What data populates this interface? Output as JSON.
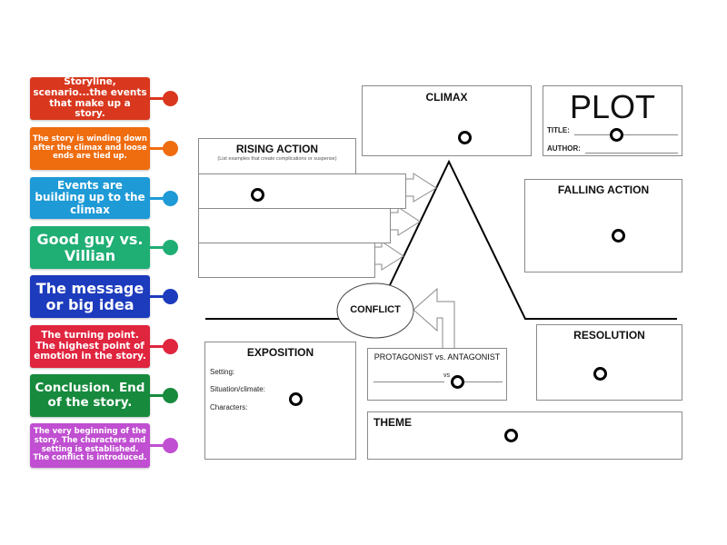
{
  "cards": [
    {
      "text": "Storyline, scenario...the events that make up a story.",
      "color": "#d9381e"
    },
    {
      "text": "The story is winding down after the climax and loose ends are tied up.",
      "color": "#ef6c0f"
    },
    {
      "text": "Events are building up to the climax",
      "color": "#1e9ad6"
    },
    {
      "text": "Good guy vs. Villian",
      "color": "#1fae74"
    },
    {
      "text": "The message or big idea",
      "color": "#1d3bbd"
    },
    {
      "text": "The turning point. The highest point of emotion in the story.",
      "color": "#e0253f"
    },
    {
      "text": "Conclusion. End of the story.",
      "color": "#178a3d"
    },
    {
      "text": "The very beginning of the story. The characters and setting is established. The conflict is introduced.",
      "color": "#c04fd1"
    }
  ],
  "diagram": {
    "rising_action": {
      "title": "RISING ACTION",
      "subtitle": "(List examples that create complications or suspense)"
    },
    "climax": {
      "title": "CLIMAX"
    },
    "plot": {
      "title": "PLOT",
      "title_label": "TITLE:",
      "author_label": "AUTHOR:"
    },
    "falling_action": {
      "title": "FALLING ACTION"
    },
    "conflict": {
      "title": "CONFLICT"
    },
    "exposition": {
      "title": "EXPOSITION",
      "setting_label": "Setting:",
      "situation_label": "Situation/climate:",
      "characters_label": "Characters:"
    },
    "protagonist": {
      "title": "PROTAGONIST vs. ANTAGONIST",
      "vs_label": "vs"
    },
    "resolution": {
      "title": "RESOLUTION"
    },
    "theme": {
      "title": "THEME"
    }
  }
}
